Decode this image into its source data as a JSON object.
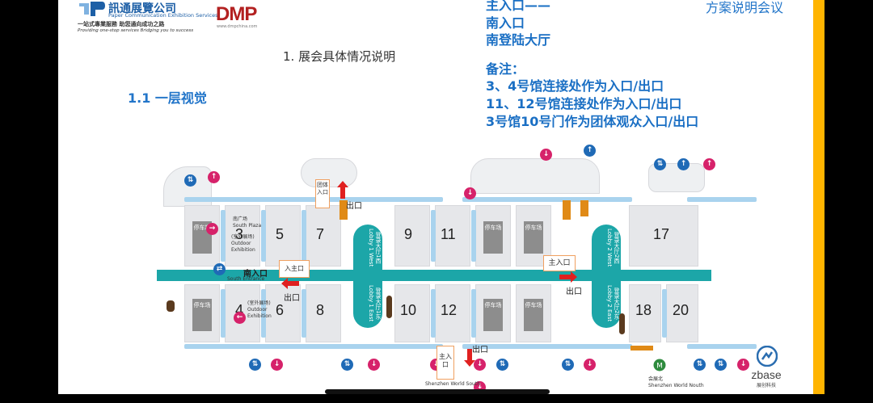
{
  "header": {
    "logo_cn": "訊通展覽公司",
    "logo_en": "Paper Communication Exhibition Services",
    "logo_slogan": "一站式專業服務 助您通向成功之路",
    "logo_slogan_en": "Providing one-stop services Bridging you to success",
    "partner_logo": "DMP",
    "partner_sub": "www.dmpchina.com",
    "topic": "方案说明会议"
  },
  "section_title": "1. 展会具体情况说明",
  "sub_title": "1.1  一层视觉",
  "notes": {
    "lines_top": [
      "主入口——",
      "南入口",
      "南登陆大厅"
    ],
    "remark_label": "备注：",
    "lines": [
      "3、4号馆连接处作为入口/出口",
      "11、12号馆连接处作为入口/出口",
      "3号馆10号门作为团体观众入口/出口"
    ]
  },
  "map": {
    "halls_top": [
      "3",
      "5",
      "7",
      "9",
      "11",
      "17"
    ],
    "halls_bottom": [
      "4",
      "6",
      "8",
      "10",
      "12",
      "18",
      "20"
    ],
    "parking_label": "停车场",
    "lobby1_west": "登录大厅1西 Lobby 1 West",
    "lobby1_east": "登录大厅1东 Lobby 1 East",
    "lobby2_west": "登录大厅2西 Lobby 2 West",
    "lobby2_east": "登录大厅2东 Lobby 2 East",
    "south_plaza": "南广场\nSouth Plaza",
    "outdoor1": "(室外展场)\nOutdoor\nExhibition",
    "outdoor2": "(室外展场)\nOutdoor\nExhibition",
    "south_entrance_cn": "南入口",
    "south_entrance_en": "South Entrance",
    "main_entry_cn": "入主口",
    "exit_label": "出口",
    "group_entry": "团体入口",
    "main_entrance": "主入口",
    "main_entrance_bottom": "主入口",
    "world_south": "Shenzhen World South",
    "world_north_cn": "会展北",
    "world_north": "Shenzhen World Nouth"
  },
  "footer": {
    "zbase": "zbase",
    "zbase_sub": "展创科技"
  },
  "colors": {
    "accent_blue": "#2275c9",
    "teal": "#1ca6a8",
    "pink": "#d6226a",
    "orange": "#ffb400"
  }
}
